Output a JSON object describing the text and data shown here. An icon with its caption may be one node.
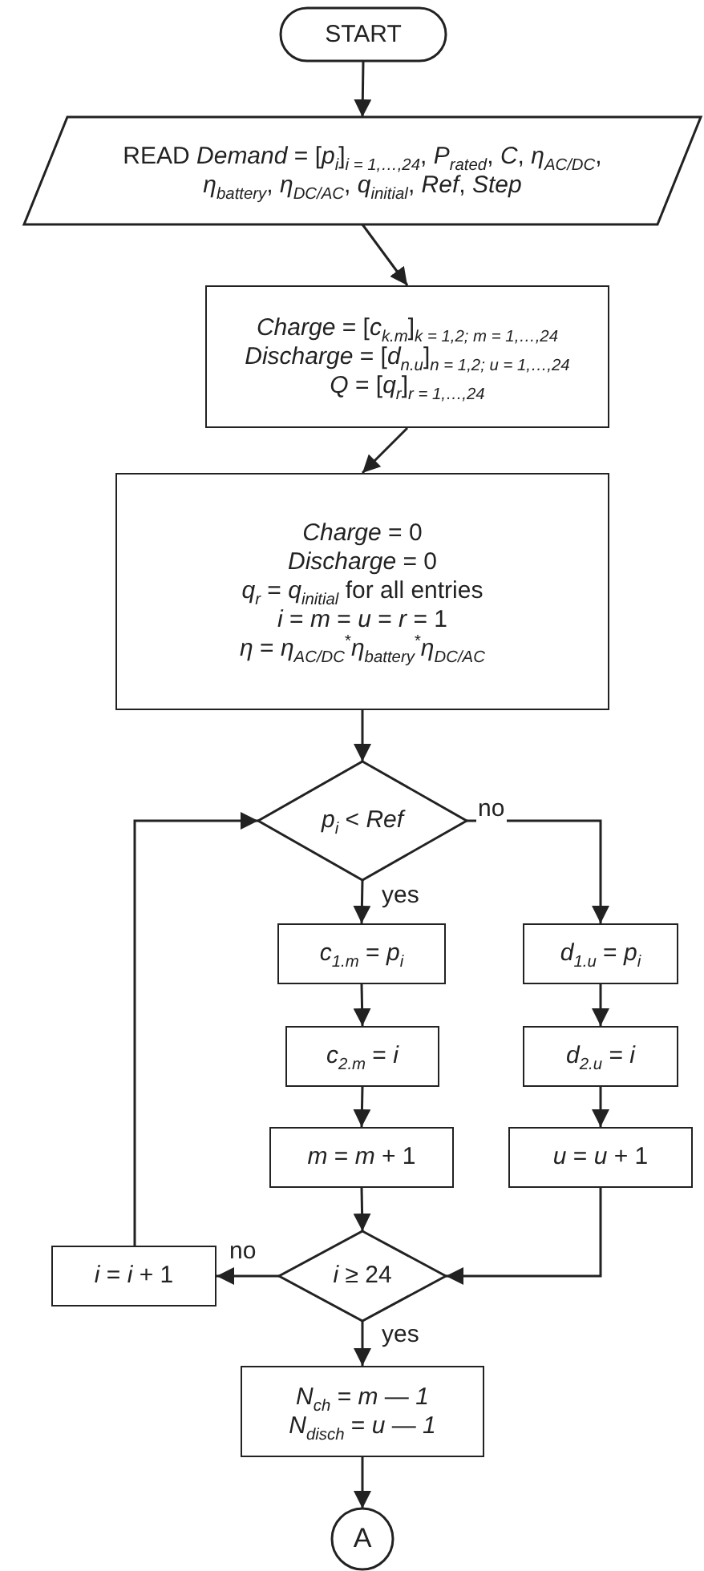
{
  "diagram": {
    "nodes": [
      {
        "text": [
          "START"
        ]
      },
      {
        "text": [
          "READ *Demand* = [*p*$_{i}$]$_{i = 1,…,24}$, *P*$_{rated}$, *C*, *η*$_{AC/DC}$, *η*$_{battery}$, *η*$_{DC/AC}$, *q*$_{initial}$, *Ref*, *Step*"
        ]
      },
      {
        "text": [
          "*Charge* = [*c*$_{k.m}$]$_{k = 1,2; m = 1,…,24}$",
          "*Discharge* = [*d*$_{n.u}$]$_{n = 1,2; u = 1,…,24}$",
          "*Q* = [*q*$_{r}$]$_{r = 1,…,24}$"
        ]
      },
      {
        "text": [
          "*Charge* = 0",
          "*Discharge* = 0",
          "*q*$_{r}$ = *q*$_{initial}$ for all entries",
          "*i* = *m* = *u* = *r* = 1",
          "*η* = *η*$_{AC/DC}$$^{*}$*η*$_{battery}$$^{*}$*η*$_{DC/AC}$"
        ]
      },
      {
        "text": [
          "*p*$_{i}$ < *Ref*"
        ]
      },
      {
        "text": [
          "*c*$_{1.m}$ = *p*$_{i}$"
        ]
      },
      {
        "text": [
          "*d*$_{1.u}$ = *p*$_{i}$"
        ]
      },
      {
        "text": [
          "*c*$_{2.m}$ = *i*"
        ]
      },
      {
        "text": [
          "*d*$_{2.u}$ = *i*"
        ]
      },
      {
        "text": [
          "*m* = *m* + 1"
        ]
      },
      {
        "text": [
          "*u* = *u* + 1"
        ]
      },
      {
        "text": [
          "*i* ≥ 24"
        ]
      },
      {
        "text": [
          "*i* = *i* + 1"
        ]
      },
      {
        "text": [
          "*N*$_{ch}$ = *m* — *1*",
          "*N*$_{disch}$ = *u* — *1*"
        ]
      },
      {
        "text": [
          "A"
        ]
      }
    ],
    "edges": [
      {
        "from": 0,
        "to": 1,
        "arrow": "to"
      },
      {
        "from": 1,
        "to": 2,
        "arrow": "to"
      },
      {
        "from": 2,
        "to": 3,
        "arrow": "to"
      },
      {
        "from": 3,
        "to": 4,
        "arrow": "to"
      },
      {
        "from": 4,
        "to": 5,
        "arrow": "to",
        "label": "yes"
      },
      {
        "from": 4,
        "to": 6,
        "arrow": "to",
        "label": "no"
      },
      {
        "from": 5,
        "to": 7,
        "arrow": "to"
      },
      {
        "from": 7,
        "to": 9,
        "arrow": "to"
      },
      {
        "from": 6,
        "to": 8,
        "arrow": "to"
      },
      {
        "from": 8,
        "to": 10,
        "arrow": "to"
      },
      {
        "from": 9,
        "to": 11,
        "arrow": "to"
      },
      {
        "from": 10,
        "to": 11,
        "arrow": "to"
      },
      {
        "from": 11,
        "to": 12,
        "arrow": "to",
        "label": "no"
      },
      {
        "from": 11,
        "to": 13,
        "arrow": "to",
        "label": "yes"
      },
      {
        "from": 12,
        "to": 4,
        "arrow": "to"
      },
      {
        "from": 13,
        "to": 14,
        "arrow": "to"
      }
    ]
  }
}
